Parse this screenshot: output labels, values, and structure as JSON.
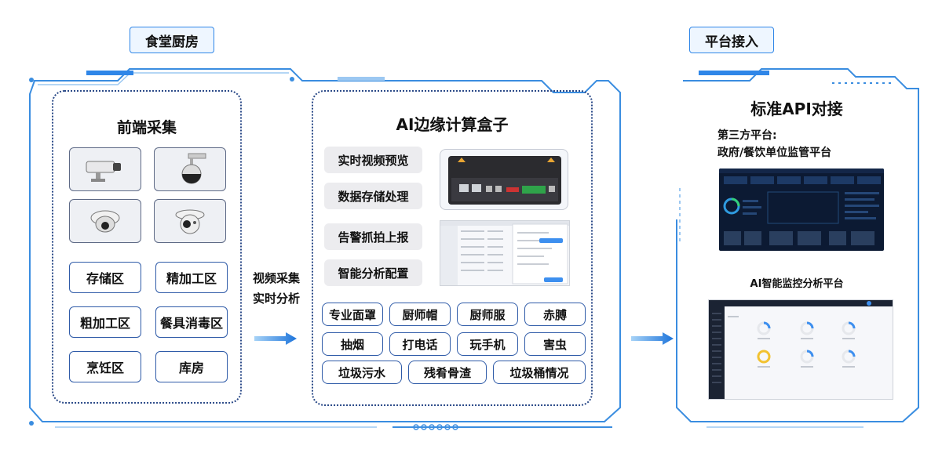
{
  "tags": {
    "kitchen": "食堂厨房",
    "platform": "平台接入"
  },
  "frontend": {
    "title": "前端采集",
    "cameras": [
      "bullet-camera-icon",
      "ptz-dome-camera-icon",
      "dome-camera-icon",
      "turret-camera-icon"
    ],
    "zones": [
      "存储区",
      "精加工区",
      "粗加工区",
      "餐具消毒区",
      "烹饪区",
      "库房"
    ]
  },
  "middle": {
    "line1": "视频采集",
    "line2": "实时分析"
  },
  "edge_box": {
    "title": "AI边缘计算盒子",
    "functions": [
      "实时视频预览",
      "数据存储处理",
      "告警抓拍上报",
      "智能分析配置"
    ],
    "detections_row1": [
      "专业面罩",
      "厨师帽",
      "厨师服",
      "赤膊"
    ],
    "detections_row2": [
      "抽烟",
      "打电话",
      "玩手机",
      "害虫"
    ],
    "detections_row3": [
      "垃圾污水",
      "残肴骨渣",
      "垃圾桶情况"
    ]
  },
  "platform": {
    "title": "标准API对接",
    "third_party_label": "第三方平台:",
    "third_party_desc": "政府/餐饮单位监管平台",
    "ai_platform_title": "AI智能监控分析平台"
  },
  "colors": {
    "accent": "#2f86e8",
    "frame": "#3a8de0",
    "dark_screen": "#0c1a33",
    "gauge_blue": "#3d8fef",
    "gauge_yellow": "#f2c230"
  }
}
